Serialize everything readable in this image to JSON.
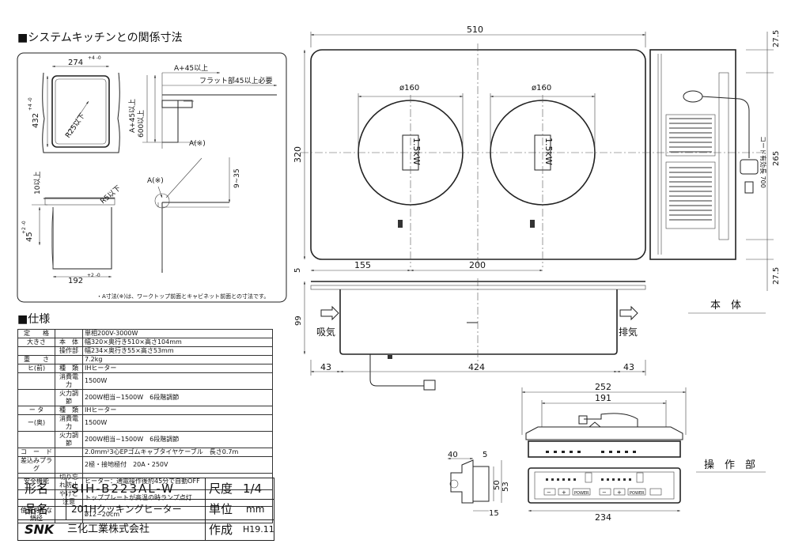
{
  "headings": {
    "kitchen": "■システムキッチンとの関係寸法",
    "spec": "■仕様",
    "main_body": "本　体",
    "control": "操　作　部"
  },
  "cutout_dims": {
    "w274": "274",
    "w274_tol": "+4 -0",
    "h432": "432",
    "h432_tol": "+4 -0",
    "r25": "R25以下",
    "a45": "A+45以上",
    "flat45": "フラット部45以上必要",
    "a_plus45_v": "A+45以上",
    "h600": "600以上",
    "a_mark": "A(※)",
    "a_mark2": "A(※)",
    "d10": "10以上",
    "r5": "R5以下",
    "d9_35": "9~35",
    "d45": "45",
    "d45_tol": "+2 -0",
    "w192": "192",
    "w192_tol": "+2 -0",
    "note": "・A寸法(※)は、ワークトップ前面とキャビネット前面との寸法です。"
  },
  "top_view": {
    "w510": "510",
    "h320": "320",
    "d160_l": "ø160",
    "d160_r": "ø160",
    "kw_l": "1.5kW",
    "kw_r": "1.5kW",
    "d155": "155",
    "d200": "200",
    "d5": "5",
    "d27_5_top": "27.5",
    "d27_5_bot": "27.5",
    "d265": "265",
    "cord": "コード有効長 700"
  },
  "side_view": {
    "h99": "99",
    "intake": "吸気",
    "exhaust": "排気",
    "d43_l": "43",
    "d424": "424",
    "d43_r": "43"
  },
  "control_view": {
    "w252": "252",
    "w191": "191",
    "d40": "40",
    "d5": "5",
    "d50": "50",
    "d53": "53",
    "d15": "15",
    "w234": "234",
    "btn_power": "POWER"
  },
  "spec_rows": [
    {
      "a": "定　　格",
      "b": "",
      "c": "単相200V-3000W"
    },
    {
      "a": "大きさ",
      "b": "本　体",
      "c": "幅320×奥行き510×高さ104mm"
    },
    {
      "a": "",
      "b": "操作部",
      "c": "幅234×奥行き55×高さ53mm"
    },
    {
      "a": "重　　さ",
      "b": "",
      "c": "7.2kg"
    },
    {
      "a": "ヒ(前)",
      "b": "種　類",
      "c": "IHヒーター"
    },
    {
      "a": "",
      "b": "消費電力",
      "c": "1500W"
    },
    {
      "a": "",
      "b": "火力調節",
      "c": "200W相当~1500W　6段階調節"
    },
    {
      "a": "ー タ",
      "b": "種　類",
      "c": "IHヒーター"
    },
    {
      "a": "ー(奥)",
      "b": "消費電力",
      "c": "1500W"
    },
    {
      "a": "",
      "b": "火力調節",
      "c": "200W相当~1500W　6段階調節"
    },
    {
      "a": "コ　ー　ド",
      "b": "",
      "c": "2.0mm²3心EPゴムキャブタイヤケーブル　長さ0.7m"
    },
    {
      "a": "差込みプラグ",
      "b": "",
      "c": "2極・接地極付　20A・250V"
    },
    {
      "a": "安全機能",
      "b": "切り忘れ防止",
      "c": "ヒーター：通電操作後約45分で自動OFF"
    },
    {
      "a": "",
      "b": "やけど注意",
      "c": "トッププレートが高温の時ランプ点灯"
    },
    {
      "a": "使用可能な鍋径",
      "b": "",
      "c": "ø12~20cm"
    }
  ],
  "title_block": {
    "model_label": "形名",
    "model_value": "SIH-B223AL-W",
    "scale_label": "尺度",
    "scale_value": "1/4",
    "name_label": "品名",
    "name_value": "201Hクッキングヒーター",
    "unit_label": "単位",
    "unit_value": "mm",
    "logo": "SNK",
    "company": "三化工業株式会社",
    "date_label": "作成",
    "date_value": "H19.11"
  }
}
